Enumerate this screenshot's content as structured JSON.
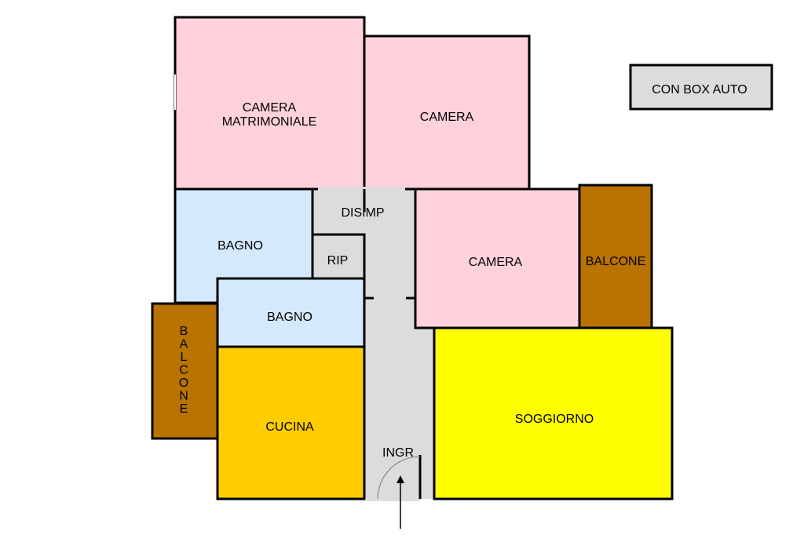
{
  "rooms": {
    "camera_matrimoniale": {
      "line1": "CAMERA",
      "line2": "MATRIMONIALE",
      "color": "#ffd1dc"
    },
    "camera_top": {
      "label": "CAMERA",
      "color": "#ffd1dc"
    },
    "camera_mid": {
      "label": "CAMERA",
      "color": "#ffd1dc"
    },
    "disimp": {
      "label": "DISIMP",
      "color": "#dcdcdc"
    },
    "rip": {
      "label": "RIP",
      "color": "#dcdcdc"
    },
    "bagno_1": {
      "label": "BAGNO",
      "color": "#d4e9fc"
    },
    "bagno_2": {
      "label": "BAGNO",
      "color": "#d4e9fc"
    },
    "cucina": {
      "label": "CUCINA",
      "color": "#ffcc00"
    },
    "soggiorno": {
      "label": "SOGGIORNO",
      "color": "#ffff00"
    },
    "ingresso": {
      "label": "INGR",
      "color": "#dcdcdc"
    },
    "balcone_right": {
      "label": "BALCONE",
      "color": "#b87300"
    },
    "balcone_left": {
      "letters": [
        "B",
        "A",
        "L",
        "C",
        "O",
        "N",
        "E"
      ],
      "color": "#b87300"
    }
  },
  "badge": {
    "label": "CON BOX AUTO",
    "color": "#dcdcdc"
  },
  "wall_color": "#000000"
}
